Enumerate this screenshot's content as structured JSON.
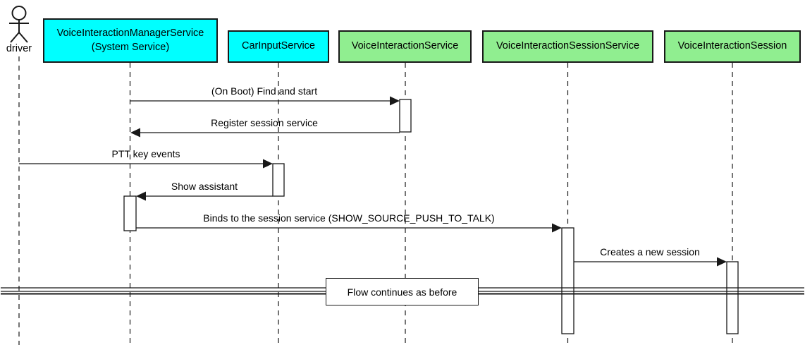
{
  "diagram_type": "uml-sequence",
  "colors": {
    "participant_cyan": "#00ffff",
    "participant_green": "#90ee90",
    "line": "#181818",
    "background": "#ffffff"
  },
  "actor": {
    "label": "driver"
  },
  "participants": [
    {
      "line1": "VoiceInteractionManagerService",
      "line2": "(System Service)",
      "fill": "#00ffff"
    },
    {
      "line1": "CarInputService",
      "fill": "#00ffff"
    },
    {
      "line1": "VoiceInteractionService",
      "fill": "#90ee90"
    },
    {
      "line1": "VoiceInteractionSessionService",
      "fill": "#90ee90"
    },
    {
      "line1": "VoiceInteractionSession",
      "fill": "#90ee90"
    }
  ],
  "messages": [
    {
      "label": "(On Boot) Find and start",
      "from": "VoiceInteractionManagerService (System Service)",
      "to": "VoiceInteractionService",
      "direction": "right"
    },
    {
      "label": "Register session service",
      "from": "VoiceInteractionService",
      "to": "VoiceInteractionManagerService (System Service)",
      "direction": "left"
    },
    {
      "label": "PTT key events",
      "from": "driver",
      "to": "CarInputService",
      "direction": "right"
    },
    {
      "label": "Show assistant",
      "from": "CarInputService",
      "to": "VoiceInteractionManagerService (System Service)",
      "direction": "left"
    },
    {
      "label": "Binds to the session service (SHOW_SOURCE_PUSH_TO_TALK)",
      "from": "VoiceInteractionManagerService (System Service)",
      "to": "VoiceInteractionSessionService",
      "direction": "right"
    },
    {
      "label": "Creates a new session",
      "from": "VoiceInteractionSessionService",
      "to": "VoiceInteractionSession",
      "direction": "right"
    }
  ],
  "divider": {
    "label": "Flow continues as before"
  }
}
